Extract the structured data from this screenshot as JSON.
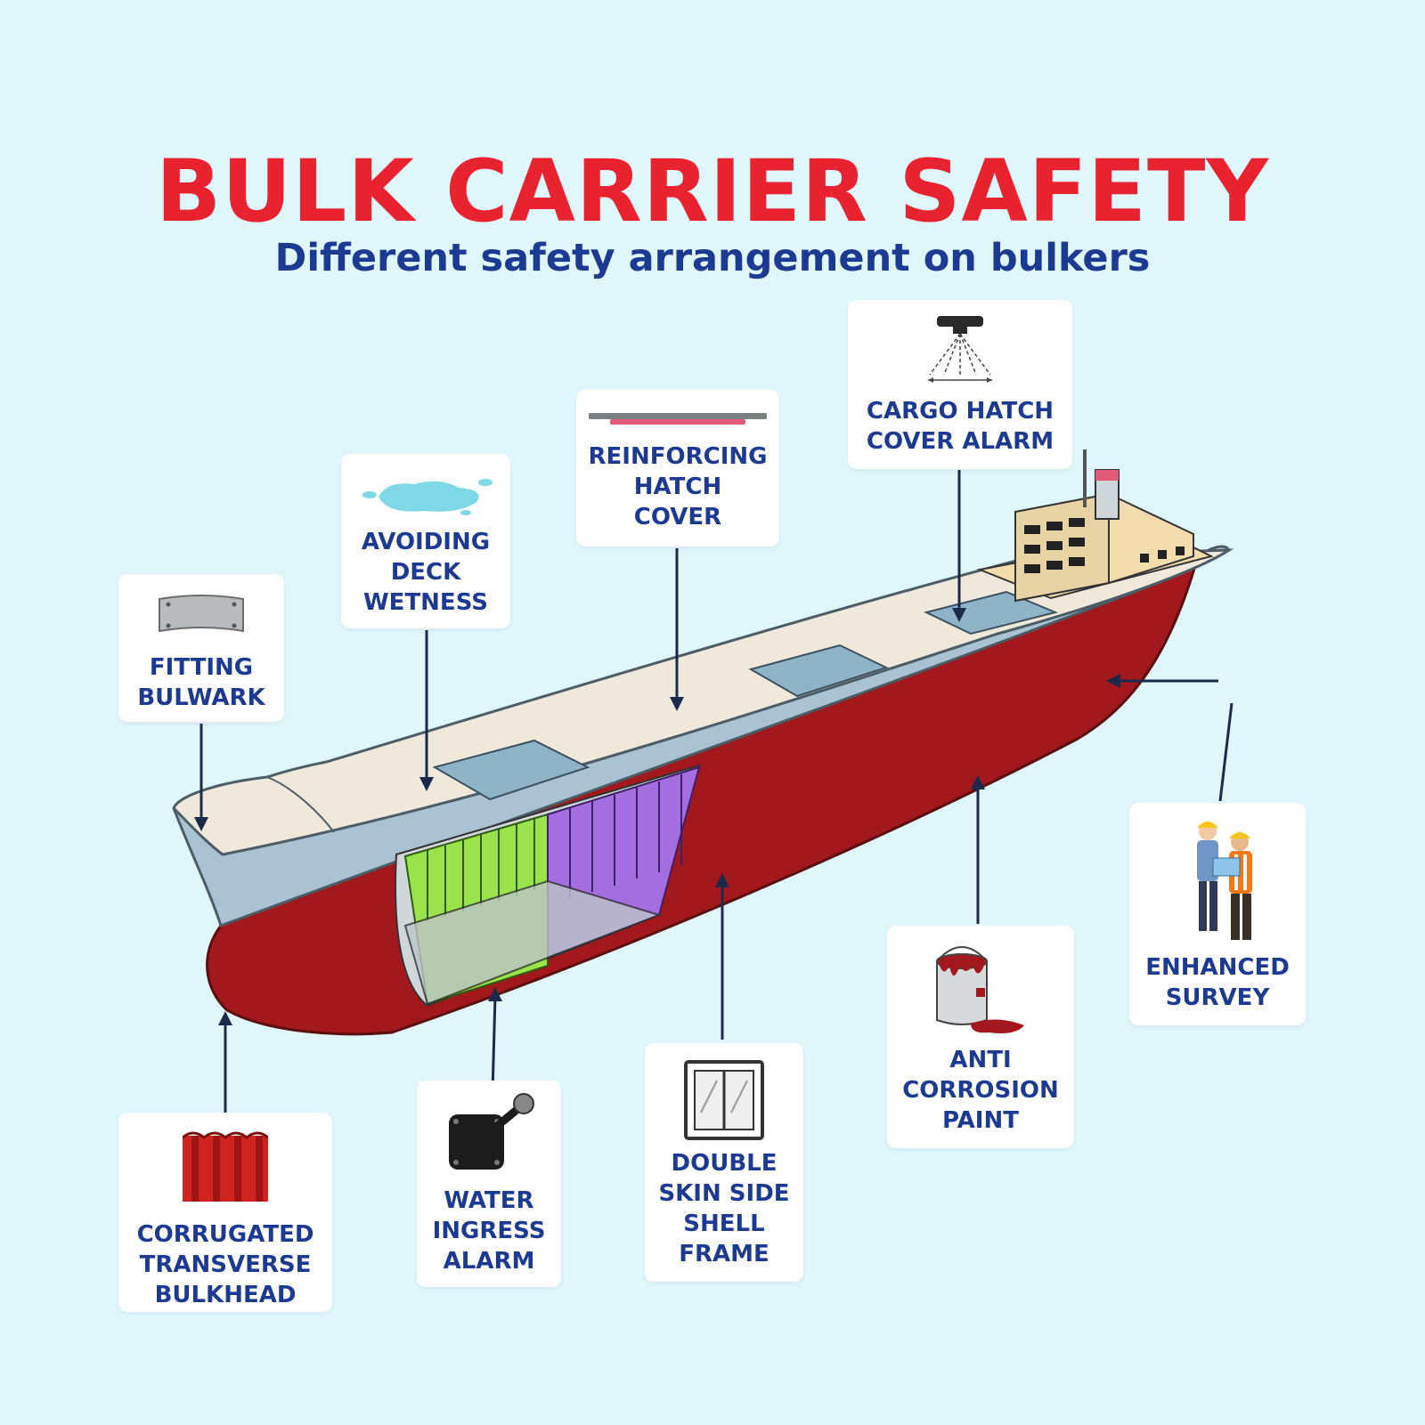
{
  "title": "BULK CARRIER SAFETY",
  "subtitle": "Different safety arrangement on bulkers",
  "features": [
    {
      "id": "fitting-bulwark",
      "label": "FITTING\nBULWARK",
      "icon": "curved-steel-plate-icon"
    },
    {
      "id": "avoiding-deck-wetness",
      "label": "AVOIDING\nDECK\nWETNESS",
      "icon": "water-splash-icon"
    },
    {
      "id": "reinforcing-hatch-cover",
      "label": "REINFORCING\nHATCH\nCOVER",
      "icon": "hatch-plate-icon"
    },
    {
      "id": "cargo-hatch-cover-alarm",
      "label": "CARGO HATCH\nCOVER ALARM",
      "icon": "sensor-beam-icon"
    },
    {
      "id": "enhanced-survey",
      "label": "ENHANCED\nSURVEY",
      "icon": "surveyors-icon"
    },
    {
      "id": "anti-corrosion-paint",
      "label": "ANTI\nCORROSION\nPAINT",
      "icon": "paint-bucket-icon"
    },
    {
      "id": "double-skin-side-shell-frame",
      "label": "DOUBLE\nSKIN SIDE\nSHELL\nFRAME",
      "icon": "double-frame-icon"
    },
    {
      "id": "water-ingress-alarm",
      "label": "WATER\nINGRESS\nALARM",
      "icon": "lever-switch-icon"
    },
    {
      "id": "corrugated-transverse-bulkhead",
      "label": "CORRUGATED\nTRANSVERSE\nBULKHEAD",
      "icon": "corrugated-sheet-icon"
    }
  ],
  "colors": {
    "title": "#e8222f",
    "labels": "#1d3a93",
    "background": "#dff6fb",
    "hull_red": "#a3181c",
    "hull_grey": "#a9c3d3",
    "deck": "#efe9dc",
    "hatch": "#8fb3c7",
    "hold_green": "#9be34a",
    "hold_purple": "#a46ee0",
    "arrows": "#1b2a4a"
  }
}
